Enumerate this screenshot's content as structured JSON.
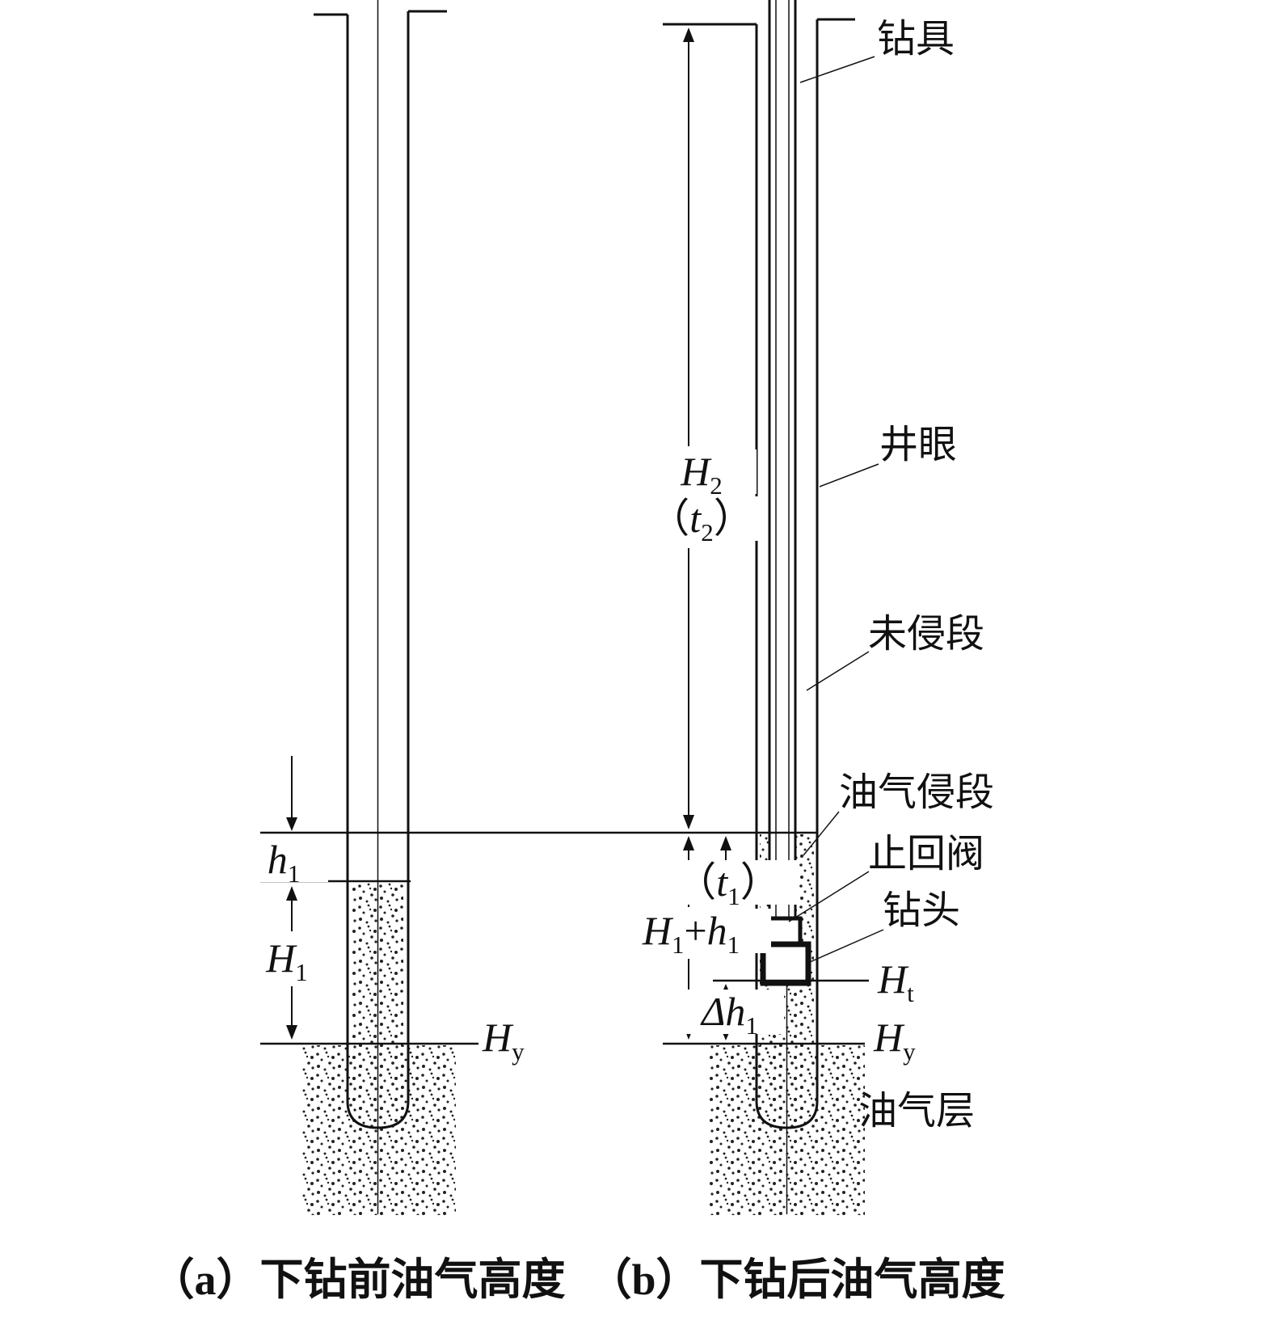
{
  "figure_caption": {
    "part_a": "（a）下钻前油气高度",
    "part_b": "（b）下钻后油气高度"
  },
  "callouts": {
    "drill_string": "钻具",
    "wellbore": "井眼",
    "uninvaded_section": "未侵段",
    "oil_gas_invaded_section": "油气侵段",
    "check_valve": "止回阀",
    "drill_bit": "钻头",
    "oil_gas_reservoir": "油气层"
  },
  "dimensions": {
    "h1": {
      "base": "h",
      "sub": "1"
    },
    "H1": {
      "base": "H",
      "sub": "1"
    },
    "Hy": {
      "base": "H",
      "sub": "y"
    },
    "H2": {
      "base": "H",
      "sub": "2"
    },
    "t2": {
      "pre": "（",
      "base": "t",
      "sub": "2",
      "post": "）"
    },
    "t1": {
      "pre": "（",
      "base": "t",
      "sub": "1",
      "post": "）"
    },
    "H1_plus_h1": {
      "base1": "H",
      "sub1": "1",
      "plus": "+",
      "base2": "h",
      "sub2": "1"
    },
    "delta_h1": {
      "base": "Δh",
      "sub": "1"
    },
    "Ht": {
      "base": "H",
      "sub": "t"
    }
  },
  "colors": {
    "ink": "#111111",
    "background": "#ffffff"
  }
}
